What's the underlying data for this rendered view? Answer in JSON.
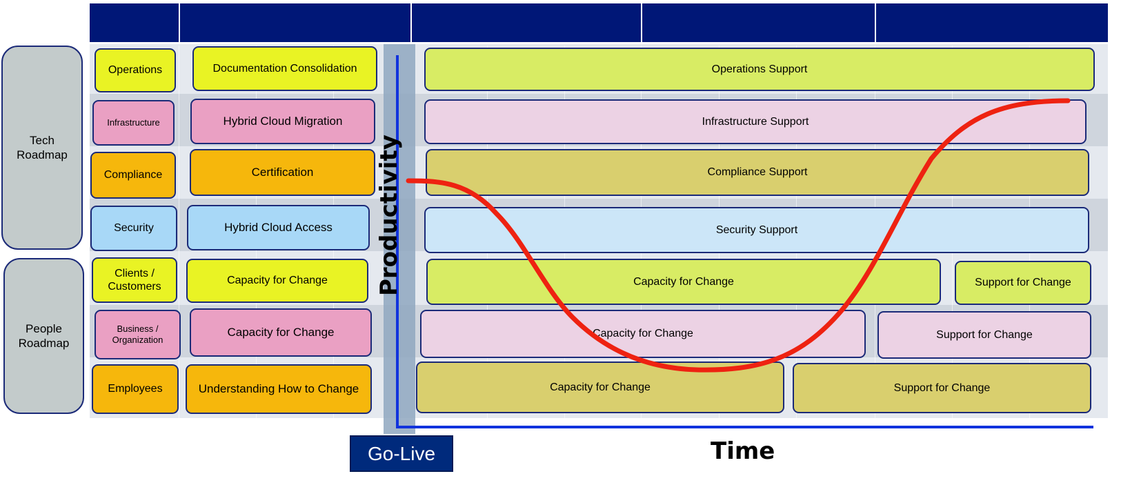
{
  "roadmaps": {
    "tech": "Tech\nRoadmap",
    "people": "People\nRoadmap"
  },
  "categories": {
    "operations": "Operations",
    "infrastructure": "Infrastructure",
    "compliance": "Compliance",
    "security": "Security",
    "clients": "Clients /\nCustomers",
    "business": "Business /\nOrganization",
    "employees": "Employees"
  },
  "pre_golive": {
    "operations": "Documentation Consolidation",
    "infrastructure": "Hybrid Cloud Migration",
    "compliance": "Certification",
    "security": "Hybrid Cloud Access",
    "clients": "Capacity for Change",
    "business": "Capacity for Change",
    "employees": "Understanding How to Change"
  },
  "post_golive": {
    "operations": "Operations Support",
    "infrastructure": "Infrastructure Support",
    "compliance": "Compliance Support",
    "security": "Security Support",
    "clients_capacity": "Capacity for Change",
    "clients_support": "Support for Change",
    "business_capacity": "Capacity for Change",
    "business_support": "Support for Change",
    "employees_capacity": "Capacity for Change",
    "employees_support": "Support for Change"
  },
  "axes": {
    "y_label": "Productivity",
    "x_label": "Time",
    "go_live": "Go-Live"
  },
  "colors": {
    "header": "#001777",
    "axis": "#1133dd",
    "curve": "#ee2211",
    "yellow": "#e9f324",
    "pink": "#eaa0c3",
    "orange": "#f6b70c",
    "blue": "#a8d8f7"
  }
}
